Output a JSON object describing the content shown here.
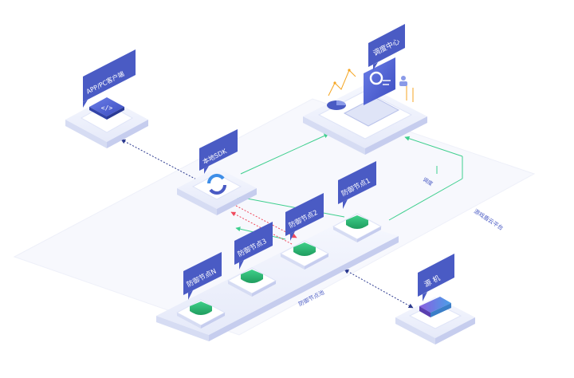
{
  "nodes": {
    "client": {
      "label": "APP/PC客户端"
    },
    "sdk": {
      "label": "本地SDK"
    },
    "dispatch": {
      "label": "调度中心"
    },
    "node1": {
      "label": "防御节点1"
    },
    "node2": {
      "label": "防御节点2"
    },
    "node3": {
      "label": "防御节点3"
    },
    "nodeN": {
      "label": "防御节点N"
    },
    "origin": {
      "label": "源 机"
    }
  },
  "annotations": {
    "cluster": "防御节点池",
    "cloud": "游戏盾云平台",
    "dispatch_link": "调度"
  },
  "colors": {
    "tag": "#4a5bc4",
    "platform_top": "#eef1fb",
    "platform_side": "#d6dcf3",
    "node_green": "#2eb872",
    "link_green": "#3ecf8e",
    "link_red": "#ef4b5e",
    "link_navy": "#2c3a8f"
  }
}
